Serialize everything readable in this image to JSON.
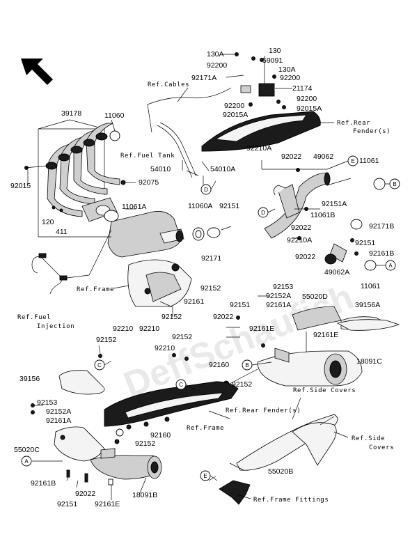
{
  "watermark": "DeffSchaufich",
  "labels": {
    "p130A_top": "130A",
    "p130": "130",
    "p59091": "59091",
    "p92200_a": "92200",
    "p130A_b": "130A",
    "p92171A": "92171A",
    "p92200_b": "92200",
    "p21174": "21174",
    "p92200_c": "92200",
    "p92200_d": "92200",
    "p92015A_a": "92015A",
    "p92015A_b": "92015A",
    "p39178": "39178",
    "p11060": "11060",
    "p92015": "92015",
    "p92075": "92075",
    "p11061A": "11061A",
    "p120": "120",
    "p411": "411",
    "p54010": "54010",
    "p54010A": "54010A",
    "p92210A_a": "92210A",
    "p92022_a": "92022",
    "p49062": "49062",
    "p11061_a": "11061",
    "p11060A": "11060A",
    "p92151_a": "92151",
    "p92151A": "92151A",
    "p11061B": "11061B",
    "p92022_b": "92022",
    "p92171B": "92171B",
    "p92151_b": "92151",
    "p92210A_b": "92210A",
    "p92161B_a": "92161B",
    "p92022_c": "92022",
    "p49062A": "49062A",
    "p11061_b": "11061",
    "p92171": "92171",
    "p92152_a": "92152",
    "p92161_a": "92161",
    "p92152_b": "92152",
    "p92153_a": "92153",
    "p92152A_a": "92152A",
    "p92161A_a": "92161A",
    "p55020D": "55020D",
    "p39156A": "39156A",
    "p92151_c": "92151",
    "p92022_d": "92022",
    "p92161E_a": "92161E",
    "p92161E_b": "92161E",
    "p92210_a": "92210",
    "p92210_b": "92210",
    "p92210_c": "92210",
    "p92152_c": "92152",
    "p92152_d": "92152",
    "p92160_a": "92160",
    "p18091C": "18091C",
    "p92152_e": "92152",
    "p39156": "39156",
    "p92153_b": "92153",
    "p92152A_b": "92152A",
    "p92161A_b": "92161A",
    "p55020C": "55020C",
    "p92160_b": "92160",
    "p92152_f": "92152",
    "p55020B": "55020B",
    "p92161B_b": "92161B",
    "p92022_e": "92022",
    "p18091B": "18091B",
    "p92151_d": "92151",
    "p92161E_c": "92161E"
  },
  "refs": {
    "cables": "Ref.Cables",
    "rear_fender_1a": "Ref.Rear",
    "rear_fender_1b": "Fender(s)",
    "fuel_tank": "Ref.Fuel Tank",
    "frame_1": "Ref.Frame",
    "fuel_injection_a": "Ref.Fuel",
    "fuel_injection_b": "Injection",
    "side_covers_1": "Ref.Side Covers",
    "rear_fender_2": "Ref.Rear Fender(s)",
    "side_covers_2a": "Ref.Side",
    "side_covers_2b": "Covers",
    "frame_2": "Ref.Frame",
    "frame_fittings": "Ref.Frame Fittings"
  },
  "callouts": {
    "a1": "A",
    "a2": "A",
    "b1": "B",
    "b2": "B",
    "c1": "C",
    "c2": "C",
    "d1": "D",
    "d2": "D",
    "e1": "E",
    "e2": "E"
  }
}
